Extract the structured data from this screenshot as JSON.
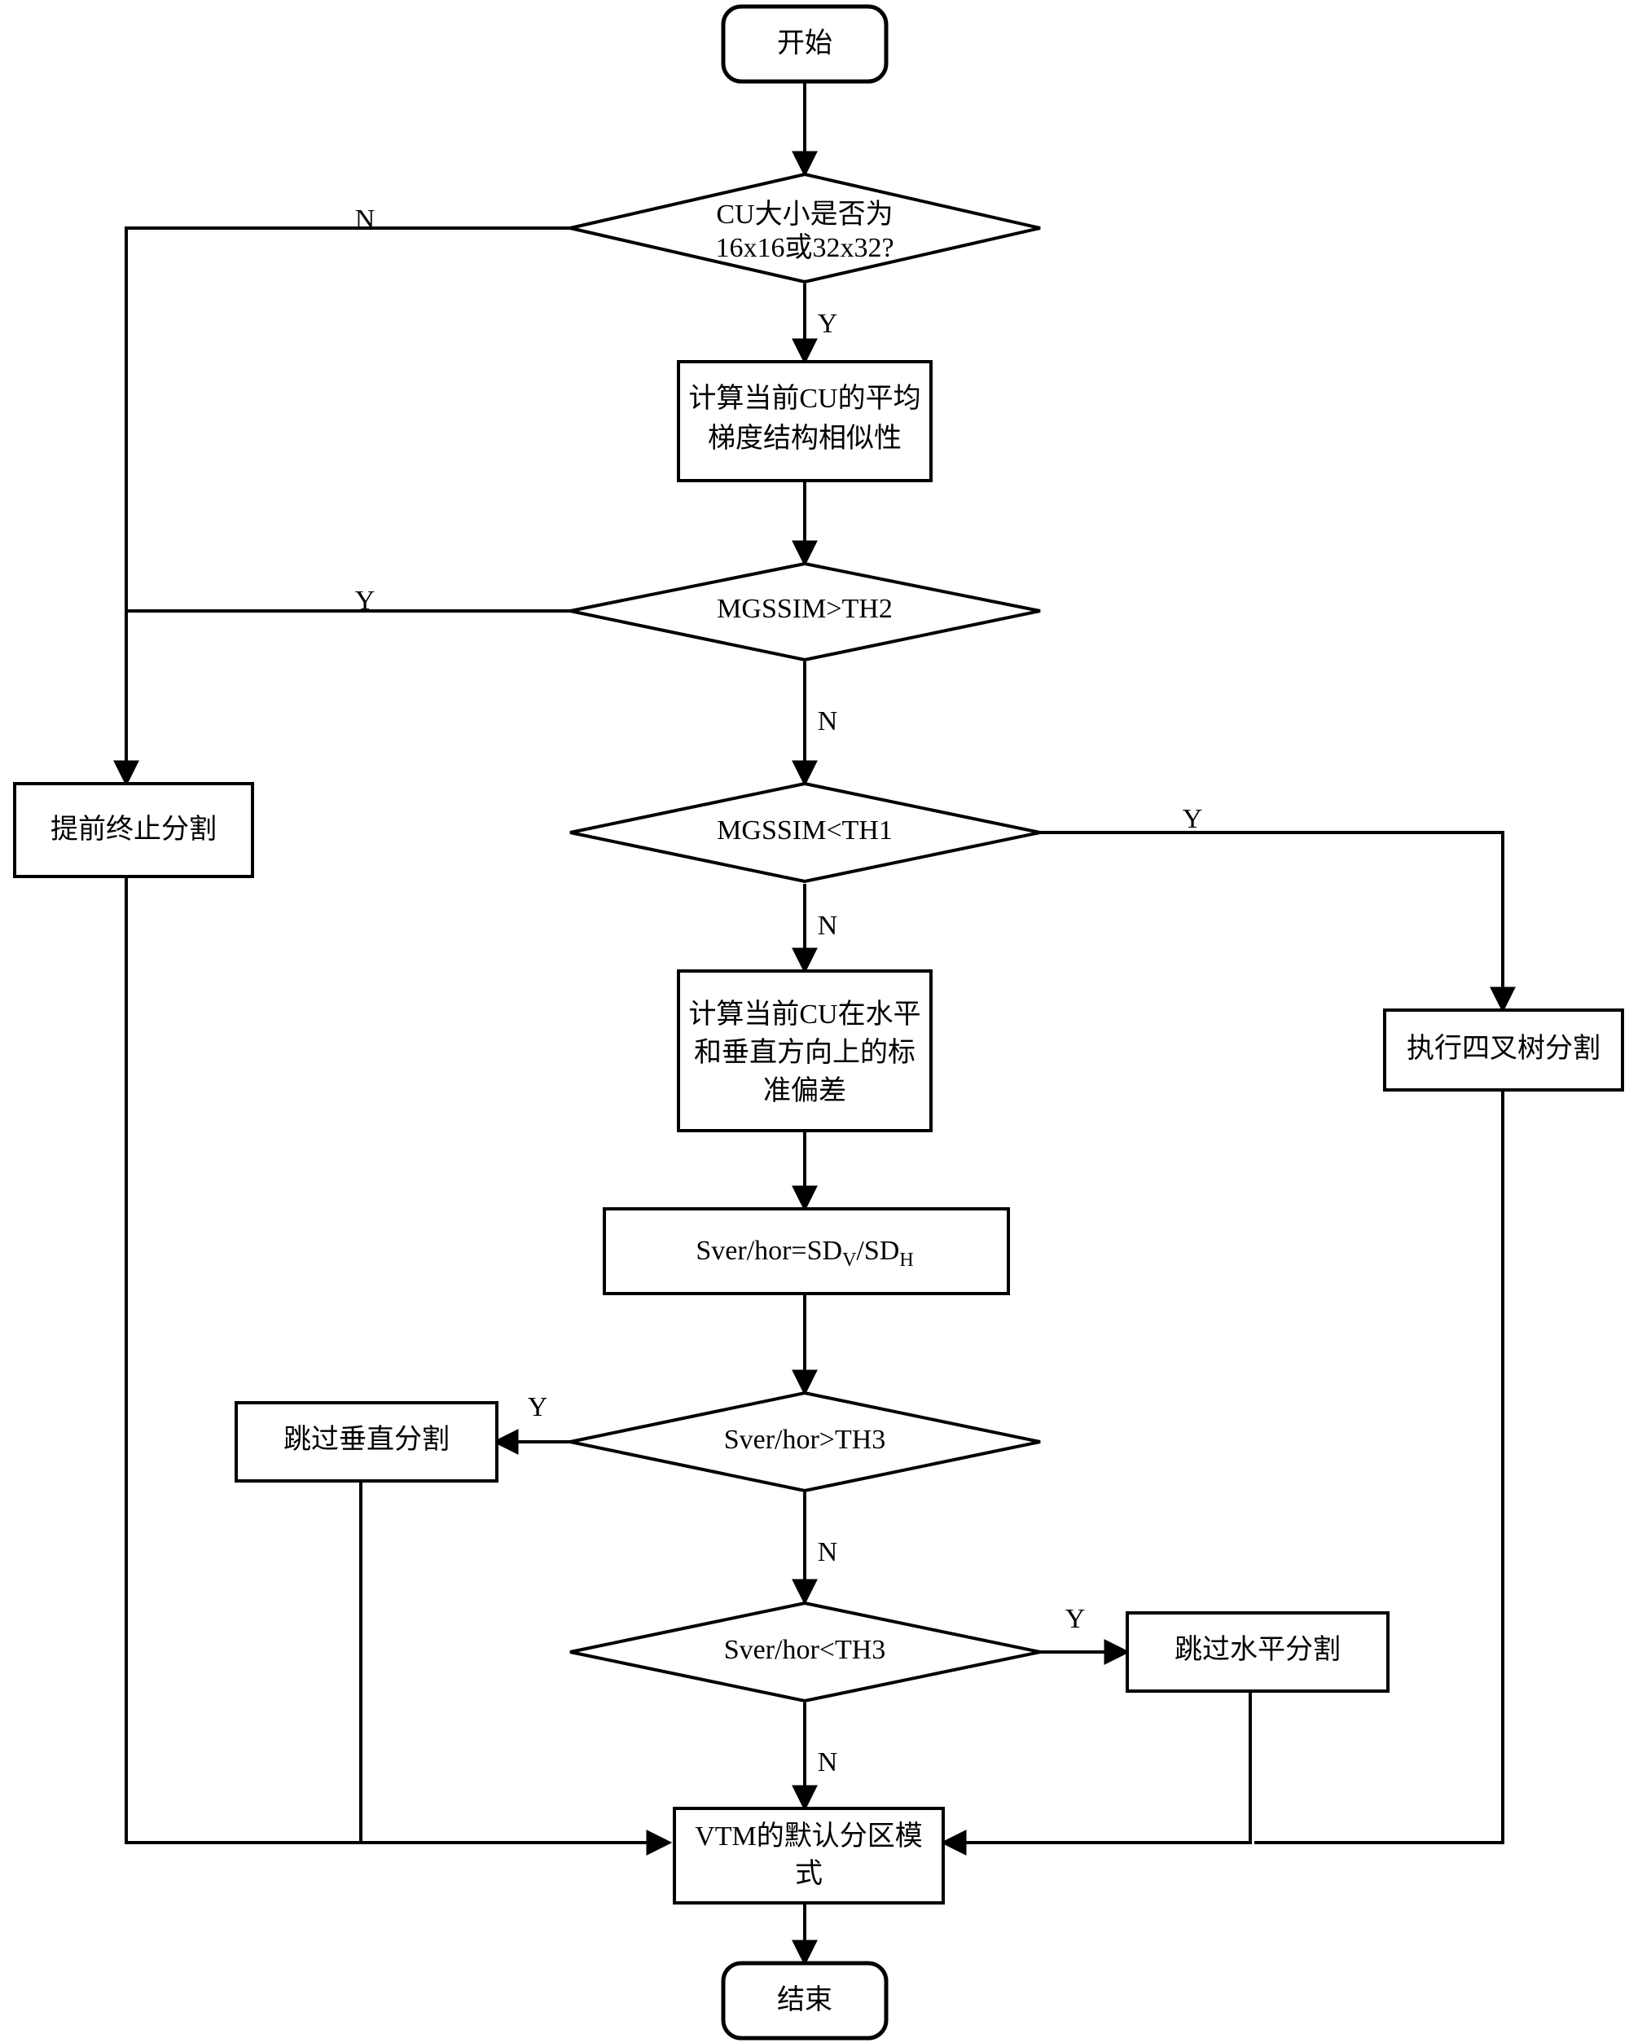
{
  "diagram": {
    "title": "CU partition fast decision flowchart",
    "colors": {
      "stroke": "#000000",
      "fill": "#ffffff",
      "text": "#000000"
    },
    "nodes": {
      "start": {
        "label": "开始",
        "shape": "terminator"
      },
      "decide_cu_size": {
        "label_line1": "CU大小是否为",
        "label_line2": "16x16或32x32?",
        "shape": "decision"
      },
      "calc_mgssim": {
        "label_line1": "计算当前CU的平均",
        "label_line2": "梯度结构相似性",
        "shape": "process"
      },
      "decide_mgssim_gt_th2": {
        "label": "MGSSIM>TH2",
        "shape": "decision"
      },
      "decide_mgssim_lt_th1": {
        "label": "MGSSIM<TH1",
        "shape": "decision"
      },
      "early_terminate": {
        "label": "提前终止分割",
        "shape": "process"
      },
      "quadtree_split": {
        "label": "执行四叉树分割",
        "shape": "process"
      },
      "calc_sd": {
        "label_line1": "计算当前CU在水平",
        "label_line2": "和垂直方向上的标",
        "label_line3": "准偏差",
        "shape": "process"
      },
      "sver_formula": {
        "label_prefix": "Sver/hor=SD",
        "label_sub1": "V",
        "label_mid": "/SD",
        "label_sub2": "H",
        "shape": "process"
      },
      "decide_sver_gt_th3": {
        "label": "Sver/hor>TH3",
        "shape": "decision"
      },
      "skip_vertical": {
        "label": "跳过垂直分割",
        "shape": "process"
      },
      "decide_sver_lt_th3": {
        "label": "Sver/hor<TH3",
        "shape": "decision"
      },
      "skip_horizontal": {
        "label": "跳过水平分割",
        "shape": "process"
      },
      "vtm_default": {
        "label_line1": "VTM的默认分区模",
        "label_line2": "式",
        "shape": "process"
      },
      "end": {
        "label": "结束",
        "shape": "terminator"
      }
    },
    "edge_labels": {
      "cu_size_no": "N",
      "cu_size_yes": "Y",
      "mgssim_th2_yes": "Y",
      "mgssim_th2_no": "N",
      "mgssim_th1_yes": "Y",
      "mgssim_th1_no": "N",
      "sver_gt_yes": "Y",
      "sver_gt_no": "N",
      "sver_lt_yes": "Y",
      "sver_lt_no": "N"
    }
  }
}
